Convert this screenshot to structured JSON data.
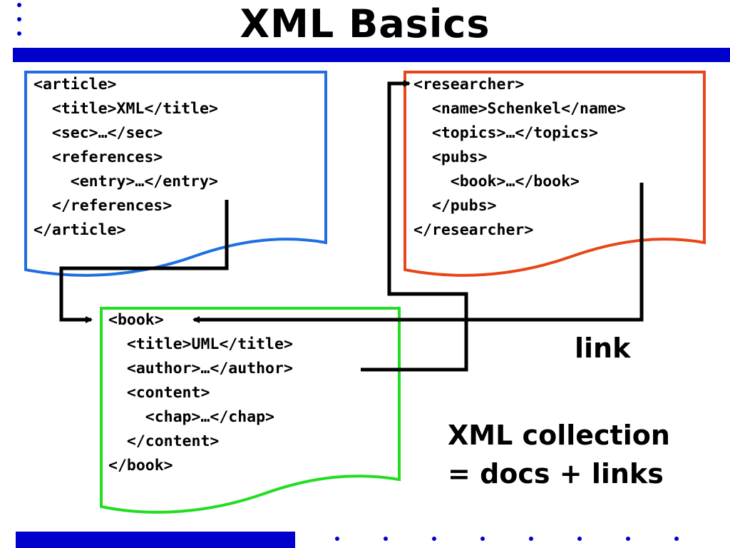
{
  "slide": {
    "title": "XML Basics"
  },
  "colors": {
    "accent_bar": "#0000cc",
    "article_doc": "#1f6fe0",
    "researcher_doc": "#e8461a",
    "book_doc": "#22dd22",
    "link_arrows": "#000000"
  },
  "documents": {
    "article": {
      "lines": [
        "<article>",
        "  <title>XML</title>",
        "  <sec>…</sec>",
        "  <references>",
        "    <entry>…</entry>",
        "  </references>",
        "</article>"
      ]
    },
    "researcher": {
      "lines": [
        "<researcher>",
        "  <name>Schenkel</name>",
        "  <topics>…</topics>",
        "  <pubs>",
        "    <book>…</book>",
        "  </pubs>",
        "</researcher>"
      ]
    },
    "book": {
      "lines": [
        "<book>",
        "  <title>UML</title>",
        "  <author>…</author>",
        "  <content>",
        "    <chap>…</chap>",
        "  </content>",
        "</book>"
      ]
    }
  },
  "labels": {
    "link": "link",
    "collection_line1": "XML collection",
    "collection_line2": "= docs + links"
  }
}
